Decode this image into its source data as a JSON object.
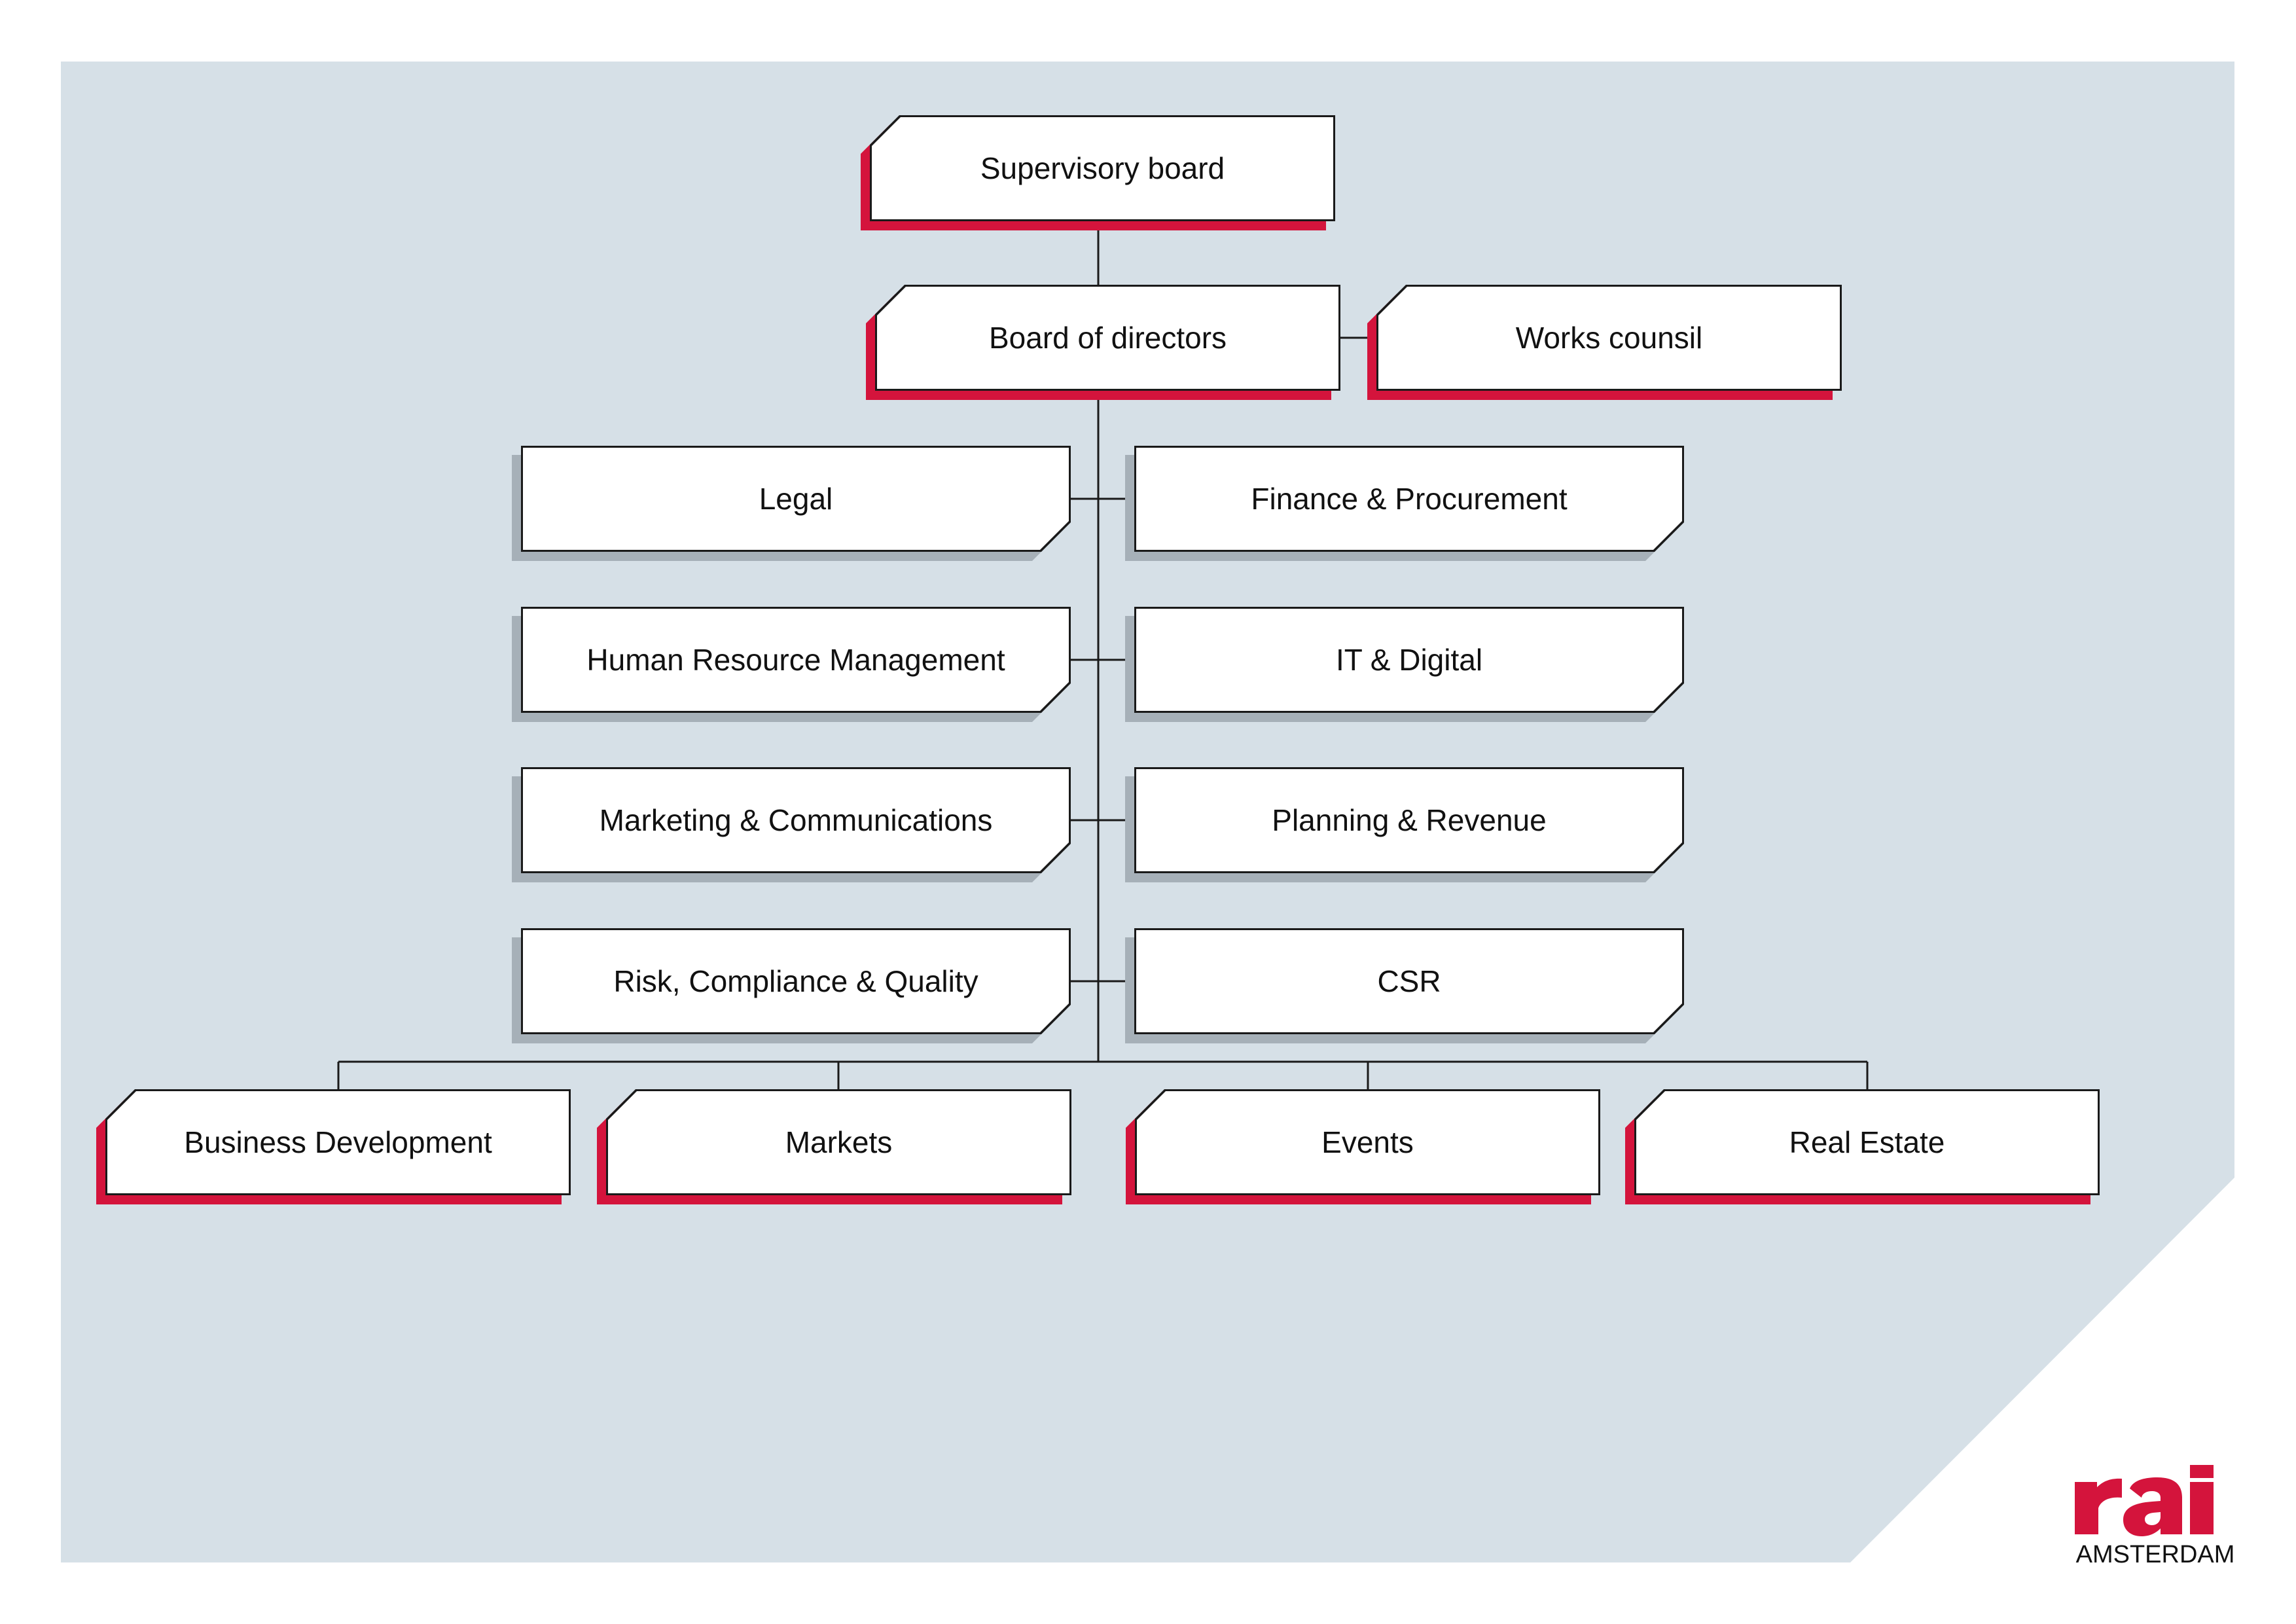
{
  "colors": {
    "background": "#d6e0e7",
    "accent_shadow": "#d4143c",
    "neutral_shadow": "#a6b0b8",
    "box_border": "#1a1a1a",
    "box_fill": "#ffffff",
    "connector": "#1a1a1a"
  },
  "org_chart": {
    "supervisory_board": "Supervisory board",
    "board_of_directors": "Board of directors",
    "works_council": "Works counsil",
    "staff_departments": {
      "legal": "Legal",
      "human_resources": "Human Resource Management",
      "marketing": "Marketing & Communications",
      "risk": "Risk, Compliance & Quality",
      "finance": "Finance & Procurement",
      "it": "IT & Digital",
      "planning": "Planning & Revenue",
      "csr": "CSR"
    },
    "business_units": {
      "business_development": "Business Development",
      "markets": "Markets",
      "events": "Events",
      "real_estate": "Real Estate"
    }
  },
  "logo": {
    "mark": "rai",
    "text": "AMSTERDAM"
  }
}
